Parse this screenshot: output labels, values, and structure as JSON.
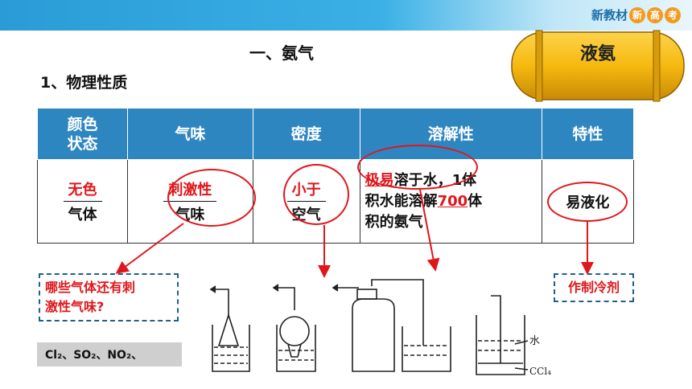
{
  "header": {
    "brand_text": "新教材",
    "brand_circle": "新",
    "brand_tail": "高",
    "brand_last": "考"
  },
  "page": {
    "title": "一、氨气",
    "section": "1、物理性质"
  },
  "tank_label": "液氨",
  "table": {
    "headers": [
      "颜色\n状态",
      "气味",
      "密度",
      "溶解性",
      "特性"
    ],
    "header_line1": "颜色",
    "header_line2": "状态",
    "color_fill": "无色",
    "color_base": "气体",
    "odor_fill": "刺激性",
    "odor_base": "气味",
    "density_fill": "小于",
    "density_base": "空气",
    "solubility_fill": "极易",
    "solubility_text1": "溶于水，1体",
    "solubility_text2": "积水能溶解",
    "solubility_fill2": "700",
    "solubility_text3": "体",
    "solubility_text4": "积的氨气",
    "property": "易液化"
  },
  "callouts": {
    "question": "哪些气体还有刺激性气味?",
    "question_line1": "哪些气体还有刺",
    "question_line2": "激性气味?",
    "refrigerant": "作制冷剂"
  },
  "gases": "Cl₂、SO₂、NO₂、",
  "apparatus_labels": {
    "water": "水",
    "ccl4": "CCl₄"
  },
  "colors": {
    "header_bg": "#2e86c1",
    "accent_red": "#e0161b",
    "tank_yellow": "#f6b90f",
    "dash_blue": "#1f5f8b"
  }
}
